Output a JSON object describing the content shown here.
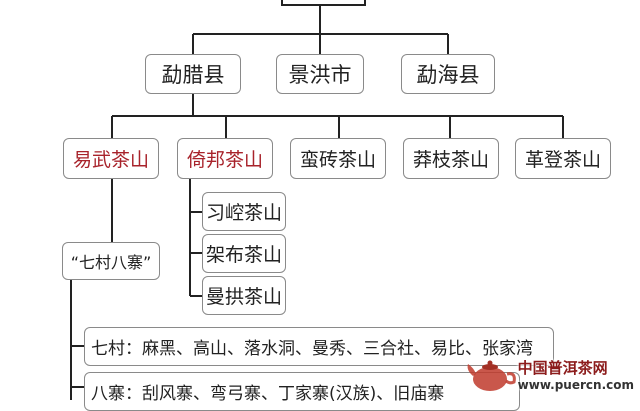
{
  "counties": {
    "mengla": "勐腊县",
    "jinghong": "景洪市",
    "menghai": "勐海县"
  },
  "mountains": {
    "yiwu": "易武茶山",
    "yibang": "倚邦茶山",
    "manzhuan": "蛮砖茶山",
    "mangzhi": "莽枝茶山",
    "gedeng": "革登茶山"
  },
  "sub_mountains": {
    "xikong": "习崆茶山",
    "jiabu": "架布茶山",
    "mansa": "曼拱茶山"
  },
  "qicun_bazhai": "“七村八寨”",
  "qicun": "七村：麻黑、高山、落水洞、曼秀、三合社、易比、张家湾",
  "bazhai": "八寨：刮风寨、弯弓寨、丁家寨(汉族)、旧庙寨",
  "watermark": {
    "site_name": "中国普洱茶网",
    "url": "www.puercn.com"
  },
  "colors": {
    "highlight_text": "#a8232b",
    "border": "#8a8a8a",
    "line": "#222222"
  }
}
